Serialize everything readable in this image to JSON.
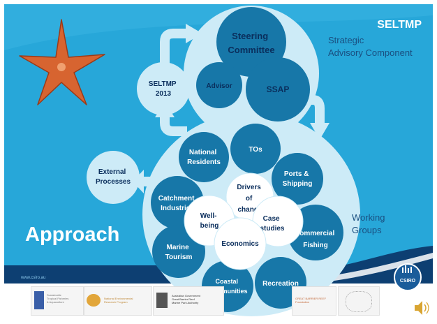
{
  "slide": {
    "title": "SELTMP",
    "strategic_label": [
      "Strategic",
      "Advisory  Component"
    ],
    "working_label": [
      "Working",
      "Groups"
    ],
    "approach": "Approach",
    "website": "www.csiro.au",
    "csiro_logo": "CSIRO",
    "sound_icon": "speaker-icon"
  },
  "nodes": {
    "steering": [
      "Steering",
      "Committee"
    ],
    "advisor": "Advisor",
    "ssap": "SSAP",
    "seltmp2013": [
      "SELTMP",
      "2013"
    ],
    "tos": "TOs",
    "national": [
      "National",
      "Residents"
    ],
    "external": [
      "External",
      "Processes"
    ],
    "ports": [
      "Ports &",
      "Shipping"
    ],
    "catchment": [
      "Catchment",
      "Industries"
    ],
    "commercial": [
      "Commercial",
      "Fishing"
    ],
    "marine": [
      "Marine",
      "Tourism"
    ],
    "coastal": [
      "Coastal",
      "Communities"
    ],
    "recreation": "Recreation",
    "drivers": [
      "Drivers",
      "of",
      "change"
    ],
    "wellbeing": [
      "Well-",
      "being"
    ],
    "case": [
      "Case",
      "studies"
    ],
    "economics": "Economics"
  },
  "logos": {
    "sustainable": [
      "Sustainable",
      "Tropical Fisheries",
      "& Aquaculture"
    ],
    "nerp": [
      "National Environmental",
      "Research Program"
    ],
    "gbrmpa": [
      "Australian Government",
      "Great Barrier Reef",
      "Marine Park Authority"
    ],
    "foundation": [
      "GREAT BARRIER REEF",
      "Foundation"
    ]
  },
  "colors": {
    "background": "#27a7d9",
    "circle_dark": "#1777a8",
    "circle_light": "#cdebf7",
    "circle_white": "#ffffff",
    "node_text_dark": "#0a2e5c",
    "node_text_light": "#ffffff",
    "side_label": "#1a4f80"
  }
}
